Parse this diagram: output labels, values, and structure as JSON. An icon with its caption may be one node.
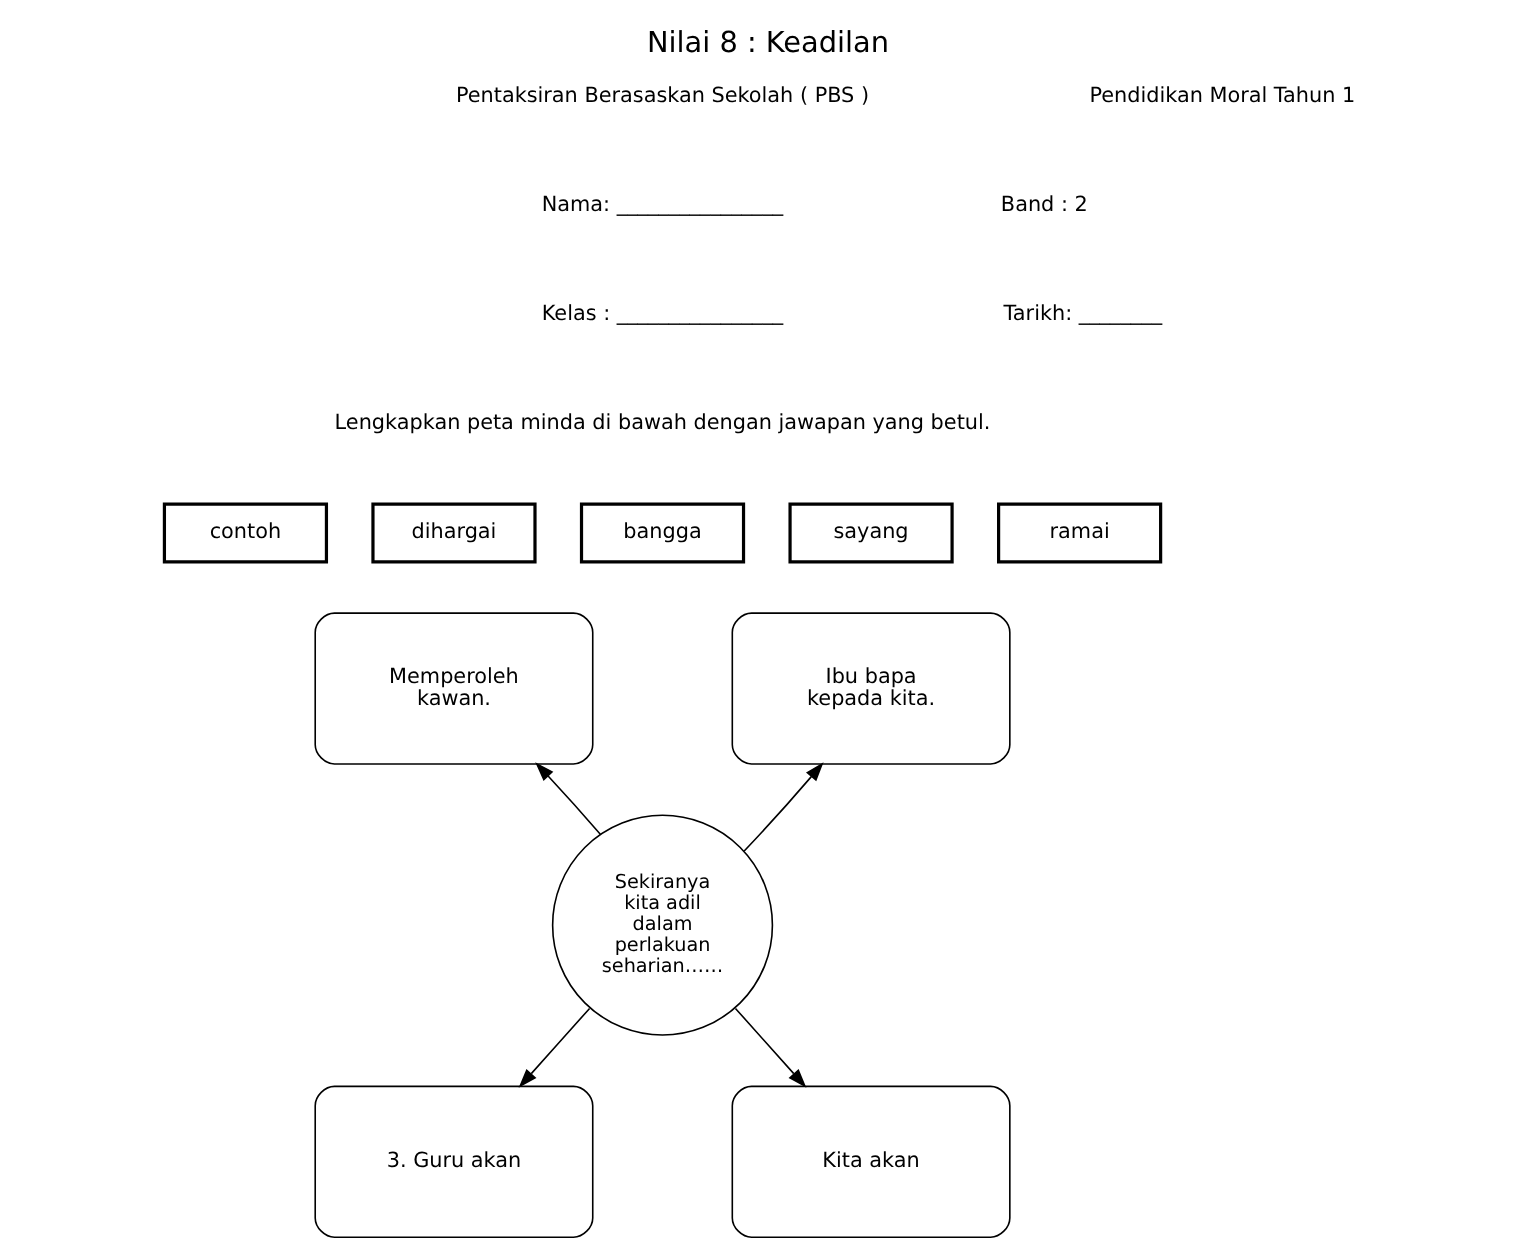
{
  "diagram": {
    "title": "Nilai 8 : Keadilan",
    "nodes": [
      {
        "text": [
          "contoh"
        ]
      },
      {
        "text": [
          "dihargai"
        ]
      },
      {
        "text": [
          "bangga"
        ]
      },
      {
        "text": [
          "sayang"
        ]
      },
      {
        "text": [
          "ramai"
        ]
      },
      {
        "text": [
          "Memperoleh",
          "kawan."
        ]
      },
      {
        "text": [
          "Ibu bapa",
          "kepada kita."
        ]
      },
      {
        "text": [
          "Sekiranya kita adil dalam perlakuan seharian……"
        ]
      },
      {
        "text": [
          "3. Guru akan"
        ]
      },
      {
        "text": [
          "Kita akan"
        ]
      }
    ],
    "edges": [
      {
        "from": 7,
        "to": 5,
        "arrow": "to"
      },
      {
        "from": 7,
        "to": 6,
        "arrow": "to"
      },
      {
        "from": 7,
        "to": 8,
        "arrow": "to"
      },
      {
        "from": 7,
        "to": 9,
        "arrow": "to"
      }
    ],
    "labels": [
      "Pentaksiran Berasaskan Sekolah ( PBS )",
      "Pendidikan Moral Tahun 1",
      "Nama: ________________",
      "Band : 2",
      "Kelas : ________________",
      "Tarikh: ________",
      "Lengkapkan peta minda di bawah dengan jawapan yang betul."
    ]
  }
}
